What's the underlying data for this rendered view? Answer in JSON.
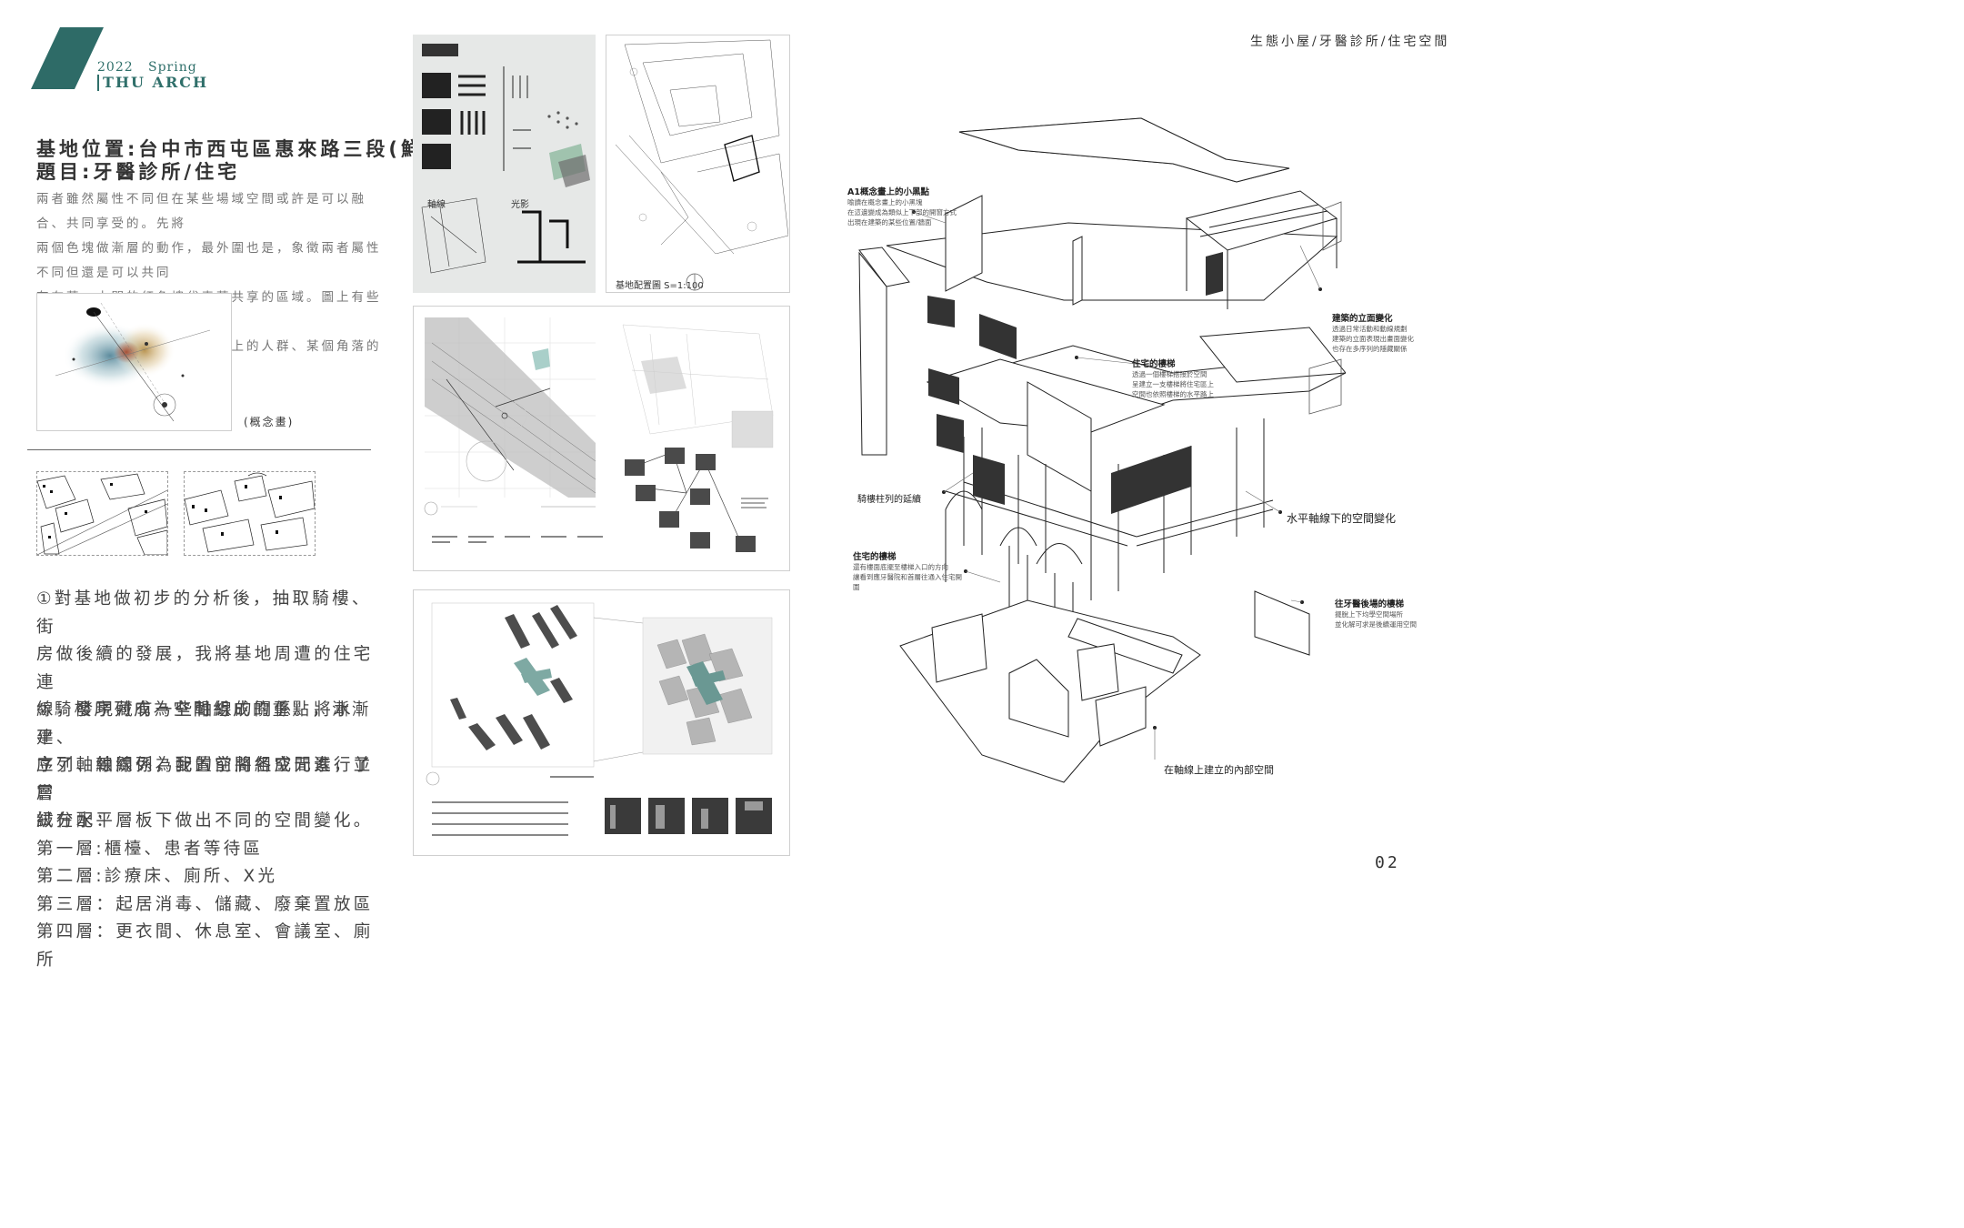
{
  "header": {
    "logo": {
      "year": "2022",
      "season": "Spring",
      "name": "THU ARCH"
    },
    "tagline": "生態小屋/牙醫診所/住宅空間",
    "page_number": "02"
  },
  "site": {
    "location_line": "基地位置:台中市西屯區惠來路三段(鮮空間旁)",
    "topic_line": "題目:牙醫診所/住宅",
    "description": [
      "兩者雖然屬性不同但在某些場域空間或許是可以融合、共同享受的。先將",
      "兩個色塊做漸層的動作，最外圍也是，象徵兩者屬性不同但還是可以共同",
      "存在著，中間的紅色塊代表著共享的區域。圖上有些隨意的小黑點，代表",
      "其他生活的小事物，可能是街上的人群、某個角落的擠進來的光影等等。"
    ]
  },
  "concept": {
    "label": "(概念畫)"
  },
  "analysis": {
    "paragraph1": [
      "①對基地做初步的分析後，抽取騎樓、街",
      "房做後續的發展，我將基地周遭的住宅連",
      "線，發現藏有一些軸線的關係。將水平、",
      "序列、軸線列為我的空間組成元素，並嘗",
      "試在水平層板下做出不同的空間變化。"
    ],
    "paragraph2": [
      "②騎樓序列成為空間組成的重點，漸漸建",
      "立了軸線關係，配置前將各空間進行了層",
      "級分配："
    ],
    "floors": [
      "第一層:櫃檯、患者等待區",
      "第二層:診療床、廁所、X光",
      "第三層：起居消毒、儲藏、廢棄置放區",
      "第四層：更衣間、休息室、會議室、廁所"
    ]
  },
  "panels": {
    "site_plan_label": "基地配置圖 S=1:100",
    "axis_label": "軸線",
    "light_label": "光影"
  },
  "axonometric": {
    "callouts": [
      {
        "title": "A1概念畫上的小黑點",
        "body": [
          "喻讀在概念畫上的小黑塊",
          "在這邊變成為類似上下部的開窗方式",
          "出現在建築的某些位置/牆面"
        ]
      },
      {
        "title": "建築的立面變化",
        "body": [
          "透過日常活動和動線規劃",
          "建築的立面表現出畫面變化",
          "也存在多序列的隱藏關係"
        ]
      },
      {
        "title": "住宅的樓梯",
        "body": [
          "透過一個樓梯搭接於空間",
          "呈建立一支樓梯將住宅區上",
          "空間也依照樓梯的水平路上"
        ]
      },
      {
        "title": "騎樓柱列的延續",
        "body": []
      },
      {
        "title": "水平軸線下的空間變化",
        "body": []
      },
      {
        "title": "住宅的樓梯",
        "body": [
          "還有樓面底擺至樓梯入口的方向",
          "讓看到應牙醫院和首層往通入住宅開圍"
        ]
      },
      {
        "title": "往牙醫後場的樓梯",
        "body": [
          "擺脫上下均學空間場所",
          "並化解可求是後續運用空間"
        ]
      },
      {
        "title": "在軸線上建立的內部空間",
        "body": []
      }
    ]
  }
}
